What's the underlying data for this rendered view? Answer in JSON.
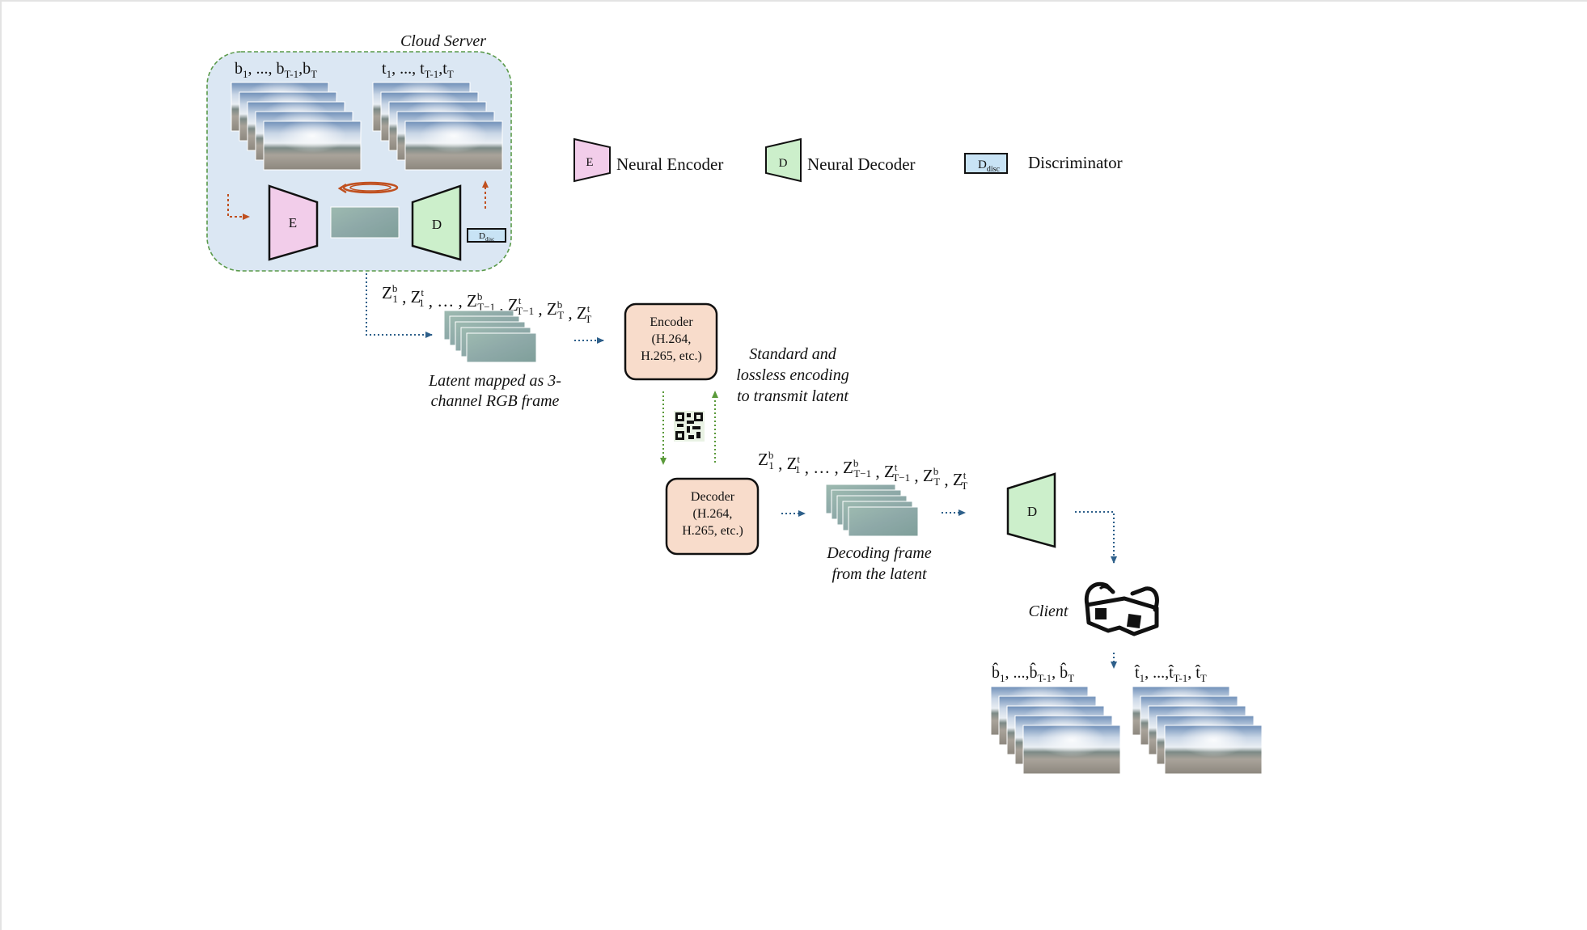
{
  "cloud": {
    "title": "Cloud Server",
    "b_seq": {
      "base": "b",
      "first": "1",
      "sep": ", ..., ",
      "mid": "T-1",
      "last": "T"
    },
    "t_seq": {
      "base": "t",
      "first": "1",
      "sep": ", ..., ",
      "mid": "T-1",
      "last": "T"
    },
    "encoder_letter": "E",
    "decoder_letter": "D",
    "disc": {
      "base": "D",
      "sub": "disc"
    }
  },
  "legend": {
    "encoder": {
      "letter": "E",
      "label": "Neural Encoder"
    },
    "decoder": {
      "letter": "D",
      "label": "Neural Decoder"
    },
    "disc": {
      "base": "D",
      "sub": "disc",
      "label": "Discriminator"
    }
  },
  "latent_seq": {
    "terms": [
      {
        "base": "Z",
        "sup": "b",
        "sub": "1"
      },
      {
        "base": "Z",
        "sup": "t",
        "sub": "1"
      },
      {
        "base": "…"
      },
      {
        "base": "Z",
        "sup": "b",
        "sub": "T−1"
      },
      {
        "base": "Z",
        "sup": "t",
        "sub": "T−1"
      },
      {
        "base": "Z",
        "sup": "b",
        "sub": "T"
      },
      {
        "base": "Z",
        "sup": "t",
        "sub": "T"
      }
    ]
  },
  "latent_caption": [
    "Latent mapped as 3-",
    "channel RGB frame"
  ],
  "std_encoder": [
    "Encoder",
    "(H.264,",
    "H.265, etc.)"
  ],
  "std_caption": [
    "Standard and",
    "lossless encoding",
    "to transmit latent"
  ],
  "std_decoder": [
    "Decoder",
    "(H.264,",
    "H.265, etc.)"
  ],
  "decode_caption": [
    "Decoding frame",
    "from the latent"
  ],
  "client_decoder_letter": "D",
  "client": {
    "label": "Client"
  },
  "recon": {
    "b_hat": {
      "base": "b̂",
      "first": "1",
      "sep": ", ...,",
      "mid": "T-1",
      "last": "T"
    },
    "t_hat": {
      "base": "t̂",
      "first": "1",
      "sep": ", ...,",
      "mid": "T-1",
      "last": "T"
    }
  },
  "colors": {
    "cloud_bg": "#dbe7f3",
    "cloud_border": "#5a9a4a",
    "encoder_fill": "#f2cdea",
    "decoder_fill": "#ccefcb",
    "disc_fill": "#c8e3f5",
    "codec_fill": "#f8dccb",
    "blue_arrow": "#2d5f8a",
    "orange_arrow": "#c0501f",
    "green_arrow": "#5a9a3a",
    "latent_fill": "#8eaea4"
  }
}
